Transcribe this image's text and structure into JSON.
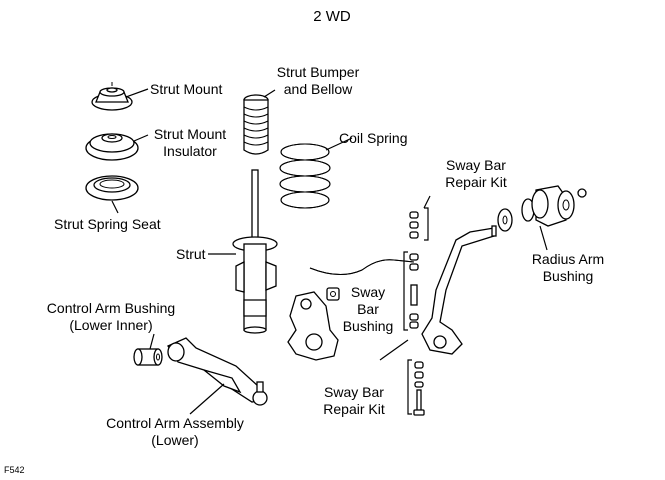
{
  "title": "2 WD",
  "figure_code": "F542",
  "labels": {
    "strut_mount": "Strut Mount",
    "strut_bumper_line1": "Strut Bumper",
    "strut_bumper_line2": "and Bellow",
    "strut_mount_insulator_line1": "Strut Mount",
    "strut_mount_insulator_line2": "Insulator",
    "coil_spring": "Coil Spring",
    "sway_bar_repair_kit_upper_line1": "Sway Bar",
    "sway_bar_repair_kit_upper_line2": "Repair Kit",
    "strut_spring_seat": "Strut Spring Seat",
    "radius_arm_bushing_line1": "Radius Arm",
    "radius_arm_bushing_line2": "Bushing",
    "strut": "Strut",
    "sway_bar_bushing_line1": "Sway",
    "sway_bar_bushing_line2": "Bar",
    "sway_bar_bushing_line3": "Bushing",
    "control_arm_bushing_line1": "Control Arm Bushing",
    "control_arm_bushing_line2": "(Lower Inner)",
    "sway_bar_repair_kit_lower_line1": "Sway Bar",
    "sway_bar_repair_kit_lower_line2": "Repair Kit",
    "control_arm_assembly_line1": "Control Arm Assembly",
    "control_arm_assembly_line2": "(Lower)"
  }
}
